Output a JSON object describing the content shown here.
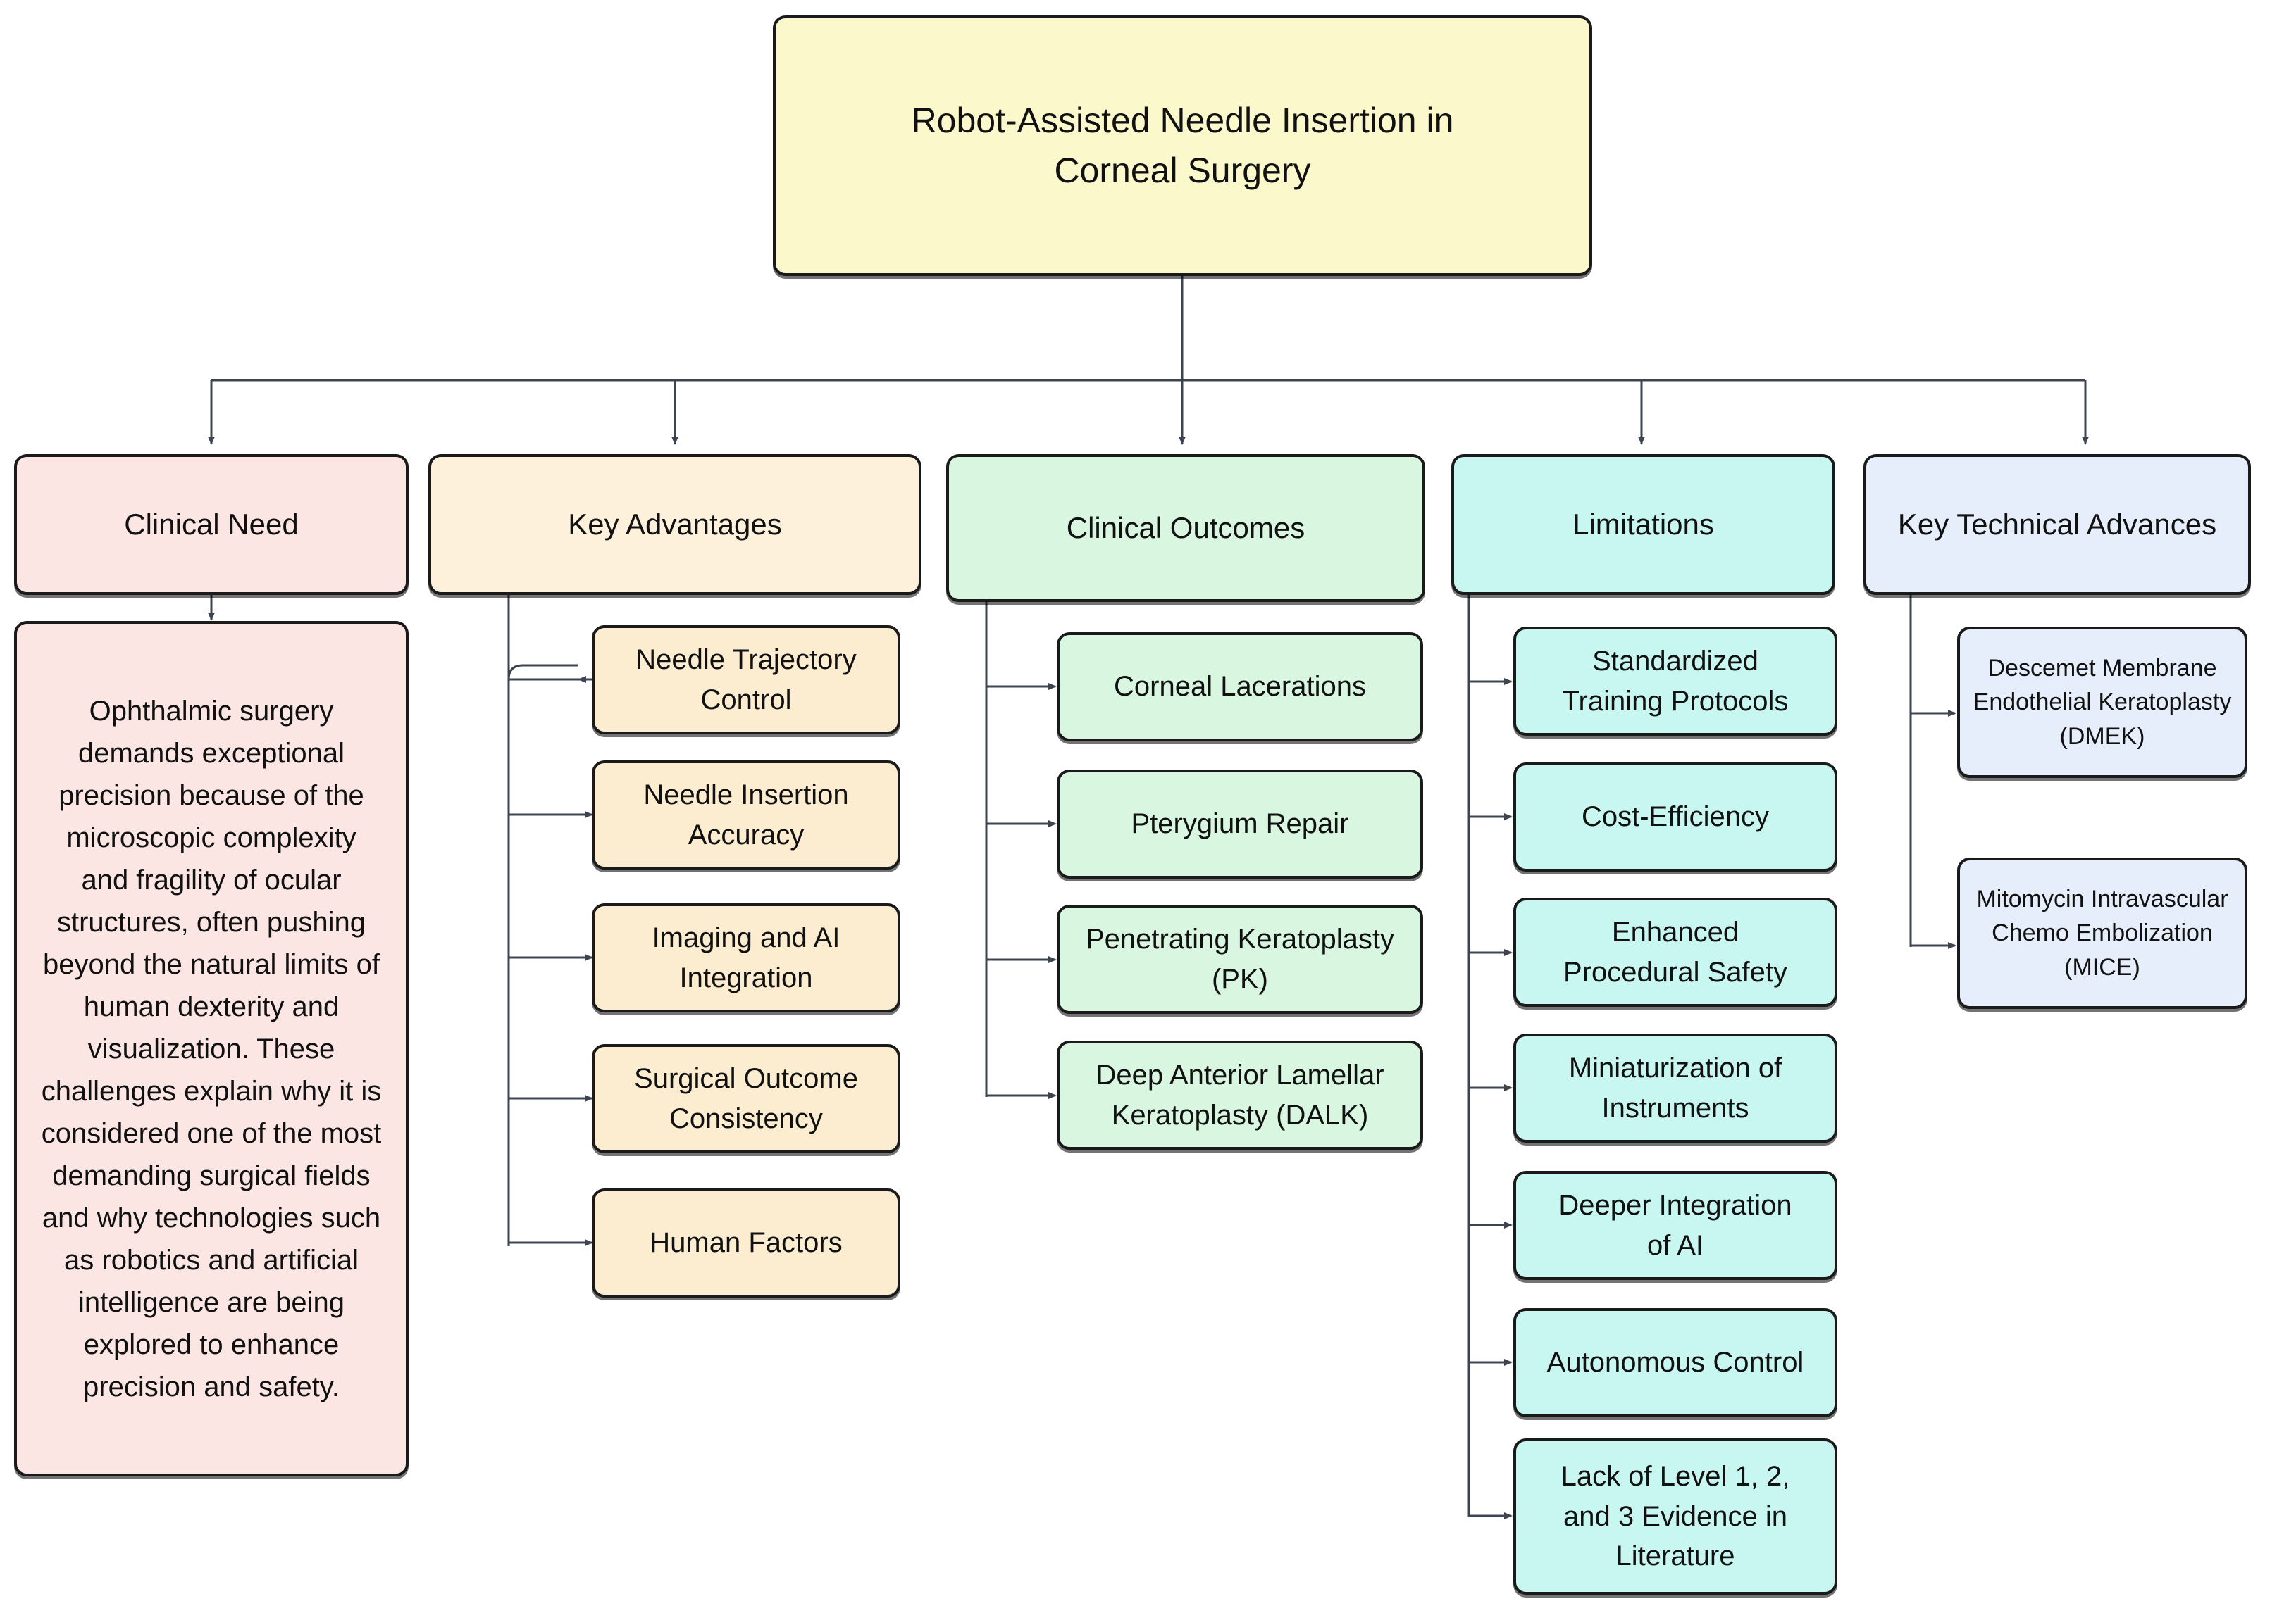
{
  "diagram": {
    "type": "flowchart-tree",
    "orientation": "top-down",
    "root": {
      "id": "root",
      "label": "Robot-Assisted Needle Insertion in\nCorneal Surgery",
      "color": "#fbf8cc"
    },
    "branches": [
      {
        "id": "clinical-need",
        "label": "Clinical Need",
        "color": "#fbe6e4",
        "children": [
          {
            "id": "clinical-need-body",
            "label": "Ophthalmic surgery demands exceptional precision because of the microscopic complexity and fragility of ocular structures, often pushing beyond the natural limits of human dexterity and visualization. These challenges explain why it is considered one of the most demanding surgical fields and why technologies such as robotics and artificial intelligence are being explored to enhance precision and safety.",
            "color": "#fbe6e4"
          }
        ]
      },
      {
        "id": "key-advantages",
        "label": "Key Advantages",
        "color": "#fdf1dc",
        "children": [
          {
            "id": "needle-trajectory-control",
            "label": "Needle Trajectory\nControl",
            "color": "#fcecd0"
          },
          {
            "id": "needle-insertion-accuracy",
            "label": "Needle Insertion\nAccuracy",
            "color": "#fcecd0"
          },
          {
            "id": "imaging-ai-integration",
            "label": "Imaging and  AI\nIntegration",
            "color": "#fcecd0"
          },
          {
            "id": "surgical-outcome-consistency",
            "label": "Surgical Outcome\nConsistency",
            "color": "#fcecd0"
          },
          {
            "id": "human-factors",
            "label": "Human Factors",
            "color": "#fcecd0"
          }
        ]
      },
      {
        "id": "clinical-outcomes",
        "label": "Clinical Outcomes",
        "color": "#d9f7e0",
        "children": [
          {
            "id": "corneal-lacerations",
            "label": "Corneal Lacerations",
            "color": "#d9f7e0"
          },
          {
            "id": "pterygium-repair",
            "label": "Pterygium Repair",
            "color": "#d9f7e0"
          },
          {
            "id": "penetrating-keratoplasty",
            "label": "Penetrating Keratoplasty\n(PK)",
            "color": "#d9f7e0"
          },
          {
            "id": "deep-anterior-lamellar-keratoplasty",
            "label": "Deep Anterior Lamellar\nKeratoplasty (DALK)",
            "color": "#d9f7e0"
          }
        ]
      },
      {
        "id": "limitations",
        "label": "Limitations",
        "color": "#c8f7f2",
        "children": [
          {
            "id": "standardized-training-protocols",
            "label": "Standardized\nTraining Protocols",
            "color": "#c8f7f2"
          },
          {
            "id": "cost-efficiency",
            "label": "Cost-Efficiency",
            "color": "#c8f7f2"
          },
          {
            "id": "enhanced-procedural-safety",
            "label": "Enhanced\nProcedural Safety",
            "color": "#c8f7f2"
          },
          {
            "id": "miniaturization-of-instruments",
            "label": "Miniaturization of\nInstruments",
            "color": "#c8f7f2"
          },
          {
            "id": "deeper-integration-of-ai",
            "label": "Deeper Integration\nof AI",
            "color": "#c8f7f2"
          },
          {
            "id": "autonomous-control",
            "label": "Autonomous Control",
            "color": "#c8f7f2"
          },
          {
            "id": "lack-of-level-evidence",
            "label": "Lack of Level 1, 2,\nand 3 Evidence in\nLiterature",
            "color": "#c8f7f2"
          }
        ]
      },
      {
        "id": "key-technical-advances",
        "label": "Key Technical Advances",
        "color": "#e6eefb",
        "children": [
          {
            "id": "dmek",
            "label": "Descemet Membrane\nEndothelial Keratoplasty\n(DMEK)",
            "color": "#e6eefb"
          },
          {
            "id": "mice",
            "label": "Mitomycin Intravascular\nChemo Embolization\n(MICE)",
            "color": "#e6eefb"
          }
        ]
      }
    ],
    "style": {
      "border_color": "#1a1a1a",
      "text_color": "#111111",
      "edge_color": "#333333",
      "background": "#ffffff"
    }
  }
}
